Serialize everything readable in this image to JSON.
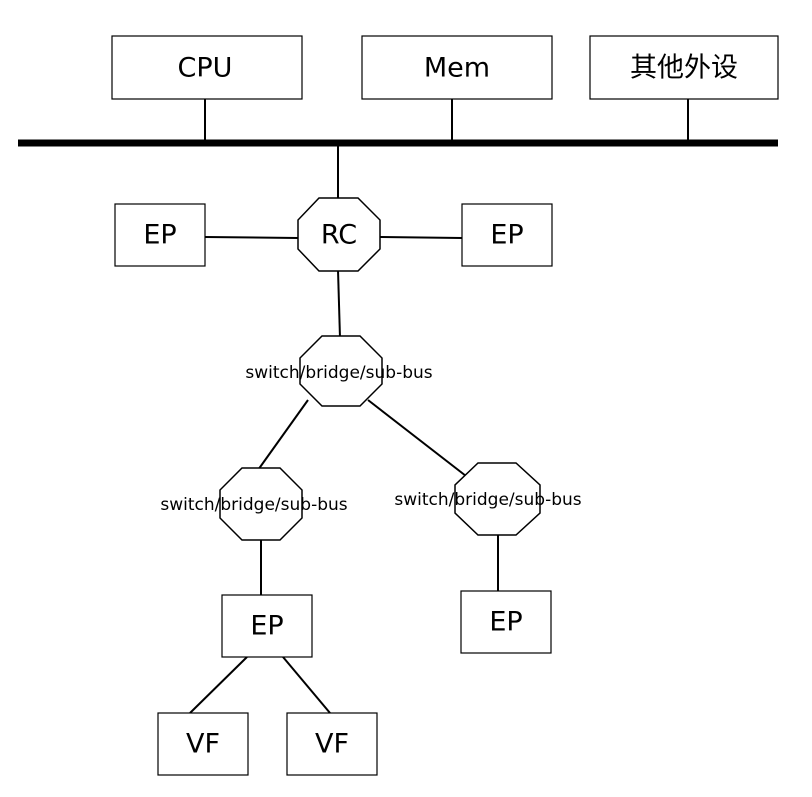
{
  "diagram": {
    "nodes": {
      "cpu": "CPU",
      "mem": "Mem",
      "other_peripherals": "其他外设",
      "rc": "RC",
      "ep_left": "EP",
      "ep_right": "EP",
      "switch_top": "switch/bridge/sub-bus",
      "switch_left": "switch/bridge/sub-bus",
      "switch_right": "switch/bridge/sub-bus",
      "ep_under_left_switch": "EP",
      "ep_under_right_switch": "EP",
      "vf_1": "VF",
      "vf_2": "VF"
    }
  }
}
